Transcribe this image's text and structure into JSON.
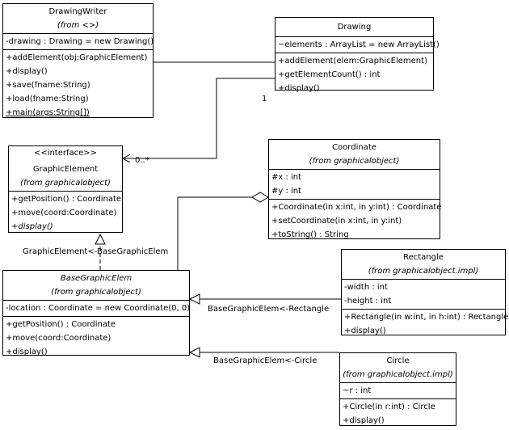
{
  "classes": {
    "drawing_writer": {
      "name": "DrawingWriter",
      "from": "(from <>)",
      "attributes": [
        "-drawing : Drawing = new Drawing()"
      ],
      "operations": [
        "+addElement(obj:GraphicElement)",
        "+display()",
        "+save(fname:String)",
        "+load(fname:String)",
        "+main(args:String[])"
      ]
    },
    "drawing": {
      "name": "Drawing",
      "attributes": [
        "~elements : ArrayList = new ArrayList()"
      ],
      "operations": [
        "+addElement(elem:GraphicElement)",
        "+getElementCount() : int",
        "+display()"
      ]
    },
    "graphic_element": {
      "stereotype": "<<interface>>",
      "name": "GraphicElement",
      "from": "(from graphicalobject)",
      "operations": [
        "+getPosition() : Coordinate",
        "+move(coord:Coordinate)",
        "+display()"
      ]
    },
    "coordinate": {
      "name": "Coordinate",
      "from": "(from graphicalobject)",
      "attributes": [
        "#x : int",
        "#y : int"
      ],
      "operations": [
        "+Coordinate(in x:int, in y:int) : Coordinate",
        "+setCoordinate(in x:int, in y:int)",
        "+toString() : String"
      ]
    },
    "base_graphic_elem": {
      "name": "BaseGraphicElem",
      "from": "(from graphicalobject)",
      "attributes": [
        "-location : Coordinate = new Coordinate(0, 0)"
      ],
      "operations": [
        "+getPosition() : Coordinate",
        "+move(coord:Coordinate)",
        "+display()"
      ]
    },
    "rectangle": {
      "name": "Rectangle",
      "from": "(from graphicalobject.impl)",
      "attributes": [
        "-width : int",
        "-height : int"
      ],
      "operations": [
        "+Rectangle(in w:int, in h:int) : Rectangle",
        "+display()"
      ]
    },
    "circle": {
      "name": "Circle",
      "from": "(from graphicalobject.impl)",
      "attributes": [
        "~r : int"
      ],
      "operations": [
        "+Circle(in r:int) : Circle",
        "+display()"
      ]
    }
  },
  "labels": {
    "multiplicity_one": "1",
    "multiplicity_many": "0..*",
    "realization": "GraphicElement<-BaseGraphicElem",
    "gen_rectangle": "BaseGraphicElem<-Rectangle",
    "gen_circle": "BaseGraphicElem<-Circle"
  }
}
